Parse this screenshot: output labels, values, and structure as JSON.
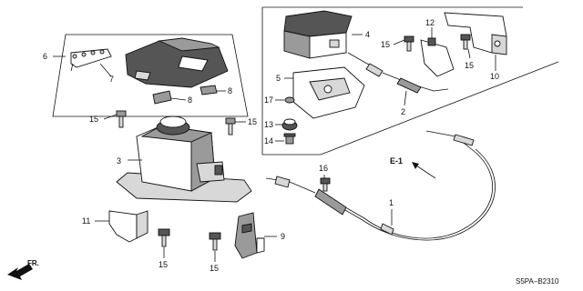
{
  "callouts": {
    "c1": "1",
    "c2": "2",
    "c3": "3",
    "c4": "4",
    "c5": "5",
    "c6": "6",
    "c7": "7",
    "c8a": "8",
    "c8b": "8",
    "c9": "9",
    "c10": "10",
    "c11": "11",
    "c12": "12",
    "c13": "13",
    "c14": "14",
    "c15a": "15",
    "c15b": "15",
    "c15c": "15",
    "c15d": "15",
    "c15e": "15",
    "c15f": "15",
    "c16": "16",
    "c17": "17"
  },
  "ref_label": "E-1",
  "direction_label": "FR.",
  "diagram_code": "S5PA–B2310"
}
